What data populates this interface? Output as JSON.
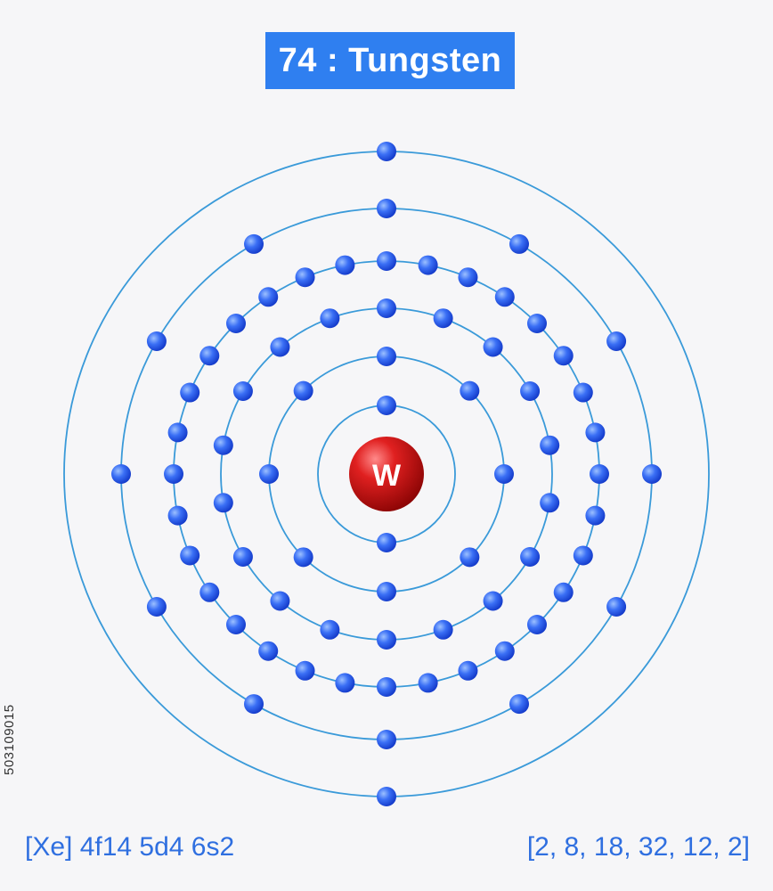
{
  "title": "74 : Tungsten",
  "element": {
    "symbol": "W",
    "atomic_number": 74,
    "name": "Tungsten"
  },
  "shells": [
    2,
    8,
    18,
    32,
    12,
    2
  ],
  "electron_configuration": "[Xe] 4f14 5d4 6s2",
  "shell_configuration": "[2, 8, 18, 32, 12, 2]",
  "stock_id": "503109015",
  "colors": {
    "title_background": "#2f7ff0",
    "orbit": "#3a9ad9",
    "electron": "#2a5ff0",
    "nucleus": "#d01818",
    "text": "#2f6fe0"
  }
}
